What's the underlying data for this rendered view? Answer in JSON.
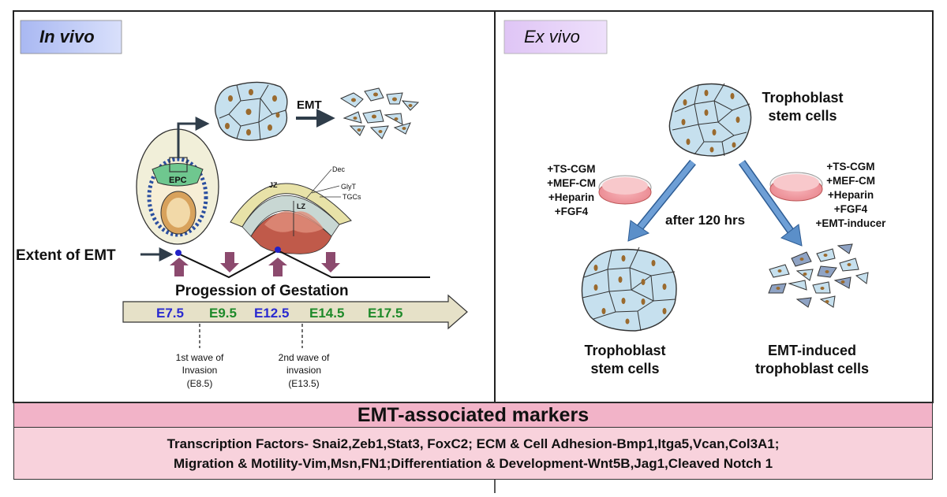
{
  "panels": {
    "in_vivo_label": "In vivo",
    "ex_vivo_label": "Ex vivo"
  },
  "in_vivo": {
    "emt_label": "EMT",
    "epc_label": "EPC",
    "placenta_labels": {
      "dec": "Dec",
      "jz": "JZ",
      "glyt": "GlyT",
      "tgcs": "TGCs",
      "lz": "LZ"
    },
    "extent_label": "Extent of EMT",
    "progression_label": "Progession of Gestation",
    "timepoints": {
      "e7_5": "E7.5",
      "e9_5": "E9.5",
      "e12_5": "E12.5",
      "e14_5": "E14.5",
      "e17_5": "E17.5"
    },
    "wave1": [
      "1st wave of",
      "Invasion",
      "(E8.5)"
    ],
    "wave2": [
      "2nd wave of",
      "invasion",
      "(E13.5)"
    ]
  },
  "ex_vivo": {
    "top_label": [
      "Trophoblast",
      "stem cells"
    ],
    "left_medium": [
      "+TS-CGM",
      "+MEF-CM",
      "+Heparin",
      "+FGF4"
    ],
    "right_medium": [
      "+TS-CGM",
      "+MEF-CM",
      "+Heparin",
      "+FGF4",
      "+EMT-inducer"
    ],
    "time_label": "after 120 hrs",
    "bottom_left_label": [
      "Trophoblast",
      "stem cells"
    ],
    "bottom_right_label": [
      "EMT-induced",
      "trophoblast cells"
    ]
  },
  "markers": {
    "title": "EMT-associated markers",
    "line1": "Transcription Factors- Snai2,Zeb1,Stat3, FoxC2; ECM & Cell Adhesion-Bmp1,Itga5,Vcan,Col3A1;",
    "line2": "Migration & Motility-Vim,Msn,FN1;Differentiation & Development-Wnt5B,Jag1,Cleaved Notch 1"
  },
  "colors": {
    "cell_fill": "#c6e0ee",
    "nucleus": "#9a6a2e",
    "purple_arrow": "#8c4a6e",
    "blue_arrow": "#5b8fc9",
    "timeline_fill": "#e6e1c8",
    "blue_text": "#2a2ad0",
    "green_text": "#1e8a2a",
    "markers_title_bg": "#f2b3c8",
    "markers_body_bg": "#f8d2dc"
  }
}
